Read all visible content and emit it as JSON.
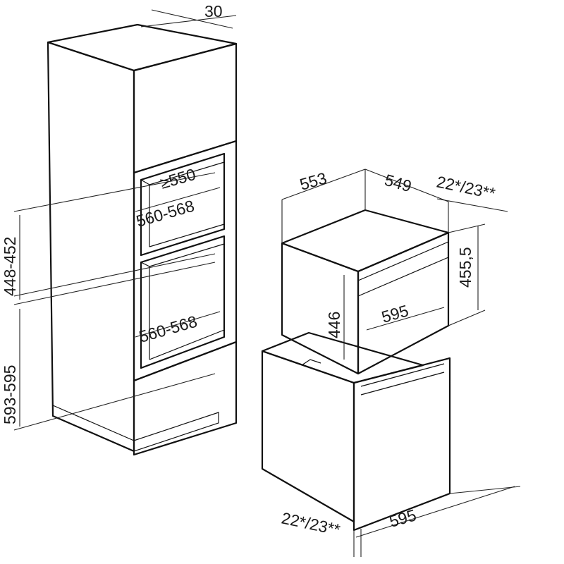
{
  "dimensions": {
    "cabinet_depth_top": "30",
    "niche_depth": "≥550",
    "upper_niche_width": "560-568",
    "lower_niche_width": "560-568",
    "upper_niche_height": "448-452",
    "lower_niche_height": "593-595",
    "appliance_depth": "553",
    "appliance_body_depth": "549",
    "upper_front_thickness": "22*/23**",
    "appliance_height": "455,5",
    "niche_front_height": "446",
    "upper_width": "595",
    "lower_width": "595",
    "lower_front_thickness": "22*/23**"
  },
  "colors": {
    "cabinet_front": "#bfbfbf",
    "cabinet_side": "#8e8e8e",
    "cabinet_top": "#d9d9d9",
    "niche_interior": "#ffffff",
    "appliance_fill": "#ffffff",
    "lines": "#111111"
  }
}
